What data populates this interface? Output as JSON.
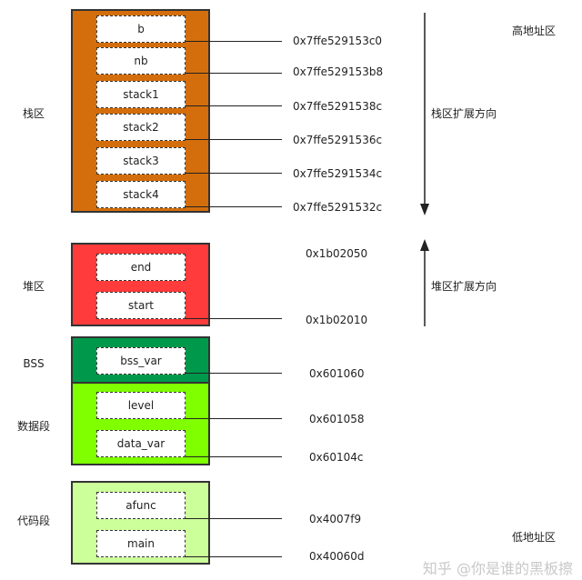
{
  "colors": {
    "stack": "#D46E0C",
    "heap": "#FF3B3B",
    "bss": "#00994C",
    "data": "#7FFF00",
    "code": "#CCFF99"
  },
  "labels": {
    "high_address": "高地址区",
    "low_address": "低地址区",
    "stack_direction": "栈区扩展方向",
    "heap_direction": "堆区扩展方向",
    "watermark": "知乎 @你是谁的黑板擦"
  },
  "segments": {
    "stack": "栈区",
    "heap": "堆区",
    "bss": "BSS",
    "data": "数据段",
    "code": "代码段"
  },
  "stack_vars": [
    {
      "name": "b",
      "addr": "0x7ffe529153c0"
    },
    {
      "name": "nb",
      "addr": "0x7ffe529153b8"
    },
    {
      "name": "stack1",
      "addr": "0x7ffe5291538c"
    },
    {
      "name": "stack2",
      "addr": "0x7ffe5291536c"
    },
    {
      "name": "stack3",
      "addr": "0x7ffe5291534c"
    },
    {
      "name": "stack4",
      "addr": "0x7ffe5291532c"
    }
  ],
  "heap_vars": [
    {
      "name": "end",
      "addr": "0x1b02050"
    },
    {
      "name": "start",
      "addr": "0x1b02010"
    }
  ],
  "bss_vars": [
    {
      "name": "bss_var",
      "addr": "0x601060"
    }
  ],
  "data_vars": [
    {
      "name": "level",
      "addr": "0x601058"
    },
    {
      "name": "data_var",
      "addr": "0x60104c"
    }
  ],
  "code_vars": [
    {
      "name": "afunc",
      "addr": "0x4007f9"
    },
    {
      "name": "main",
      "addr": "0x40060d"
    }
  ]
}
